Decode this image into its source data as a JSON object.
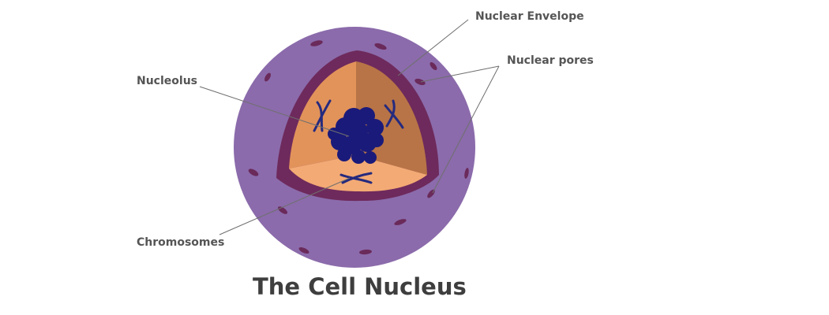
{
  "title": "The Cell Nucleus",
  "labels": {
    "nuclear_envelope": "Nuclear Envelope",
    "nuclear_pores": "Nuclear pores",
    "nucleolus": "Nucleolus",
    "chromosomes": "Chromosomes"
  },
  "colors": {
    "outer_sphere": "#8b6bab",
    "envelope_rim": "#6e2a5c",
    "pore": "#6a2a5a",
    "wedge_left": "#e2935a",
    "wedge_right": "#b87446",
    "wedge_floor": "#f3aa74",
    "nucleolus": "#1a1a7a",
    "chromosome": "#252a7e",
    "leader_line": "#6f6f6f",
    "label_text": "#555555",
    "title_text": "#3e3e3e"
  },
  "icons": [
    "nucleus-sphere-illustration",
    "chromosome-icon",
    "nucleolus-icon",
    "nuclear-pore-icon"
  ]
}
